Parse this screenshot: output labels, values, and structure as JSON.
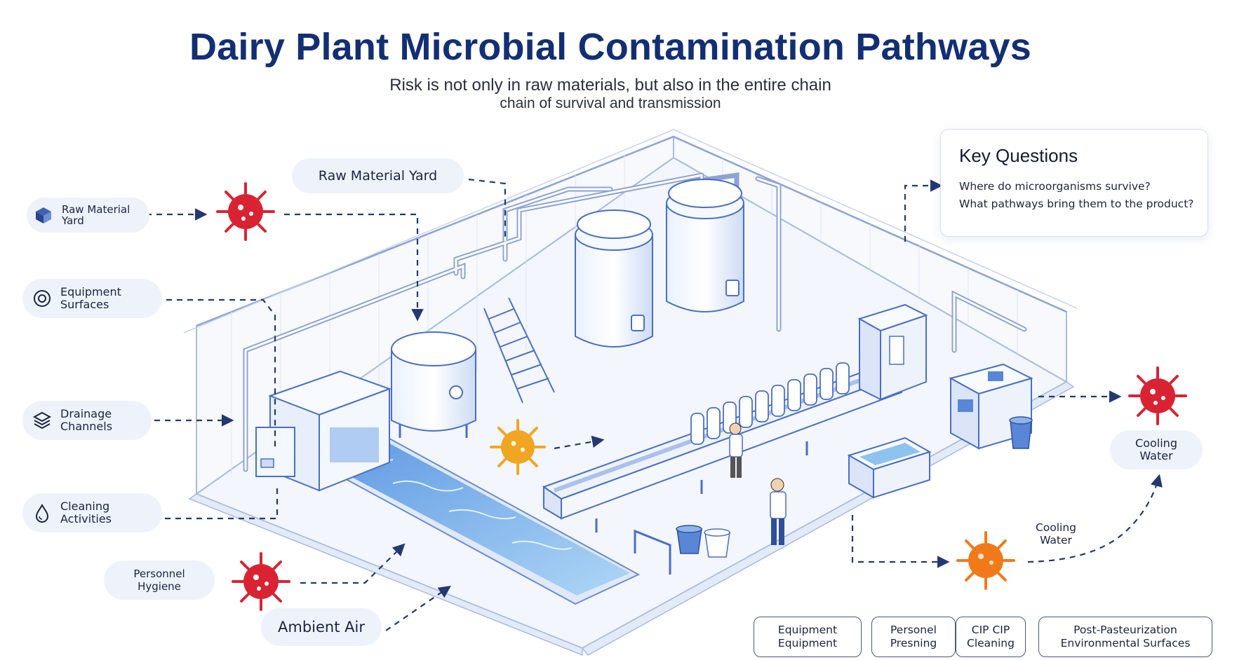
{
  "header": {
    "title": "Dairy Plant Microbial Contamination Pathways",
    "subtitle_line1": "Risk is not only in raw materials, but also in the entire chain",
    "subtitle_line2": "chain of survival and transmission"
  },
  "left_sources": [
    {
      "label": "Raw Material\nYard",
      "icon": "cube-icon"
    },
    {
      "label": "Equipment\nSurfaces",
      "icon": "target-icon"
    },
    {
      "label": "Drainage\nChannels",
      "icon": "layers-icon"
    },
    {
      "label": "Cleaning\nActivities",
      "icon": "water-drop-icon"
    },
    {
      "label": "Personnel\nHygiene",
      "icon": ""
    }
  ],
  "callouts": {
    "raw_material_yard": "Raw Material Yard",
    "ambient_air": "Ambient Air",
    "cooling_water_right": "Cooling\nWater",
    "cooling_water_lower": "Cooling\nWater"
  },
  "key_questions": {
    "heading": "Key Questions",
    "q1": "Where do microorganisms survive?",
    "q2": "What pathways bring them to the product?"
  },
  "bottom_boxes": [
    {
      "label": "Equipment\nEquipment"
    },
    {
      "label": "Personel\nPresning"
    },
    {
      "label": "CIP CIP\nCleaning"
    },
    {
      "label": "Post-Pasteurization\nEnvironmental Surfaces"
    }
  ],
  "colors": {
    "title": "#132f74",
    "microbe_red": "#d92332",
    "microbe_orange": "#f07a1a",
    "microbe_yellow": "#f1a623",
    "line_blue": "#2a3e79",
    "equipment_outline": "#4a6ec8",
    "water": "#8fc3ef"
  }
}
